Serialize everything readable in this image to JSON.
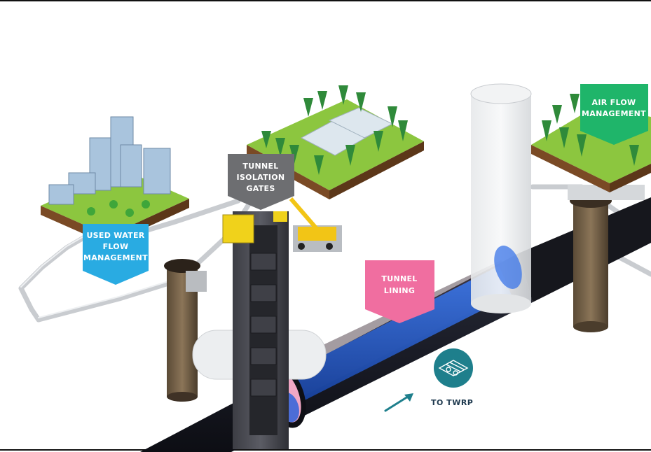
{
  "labels": {
    "used_water_line1": "USED WATER",
    "used_water_line2": "FLOW",
    "used_water_line3": "MANAGEMENT",
    "tunnel_gates_line1": "TUNNEL",
    "tunnel_gates_line2": "ISOLATION",
    "tunnel_gates_line3": "GATES",
    "tunnel_lining_line1": "TUNNEL",
    "tunnel_lining_line2": "LINING",
    "air_flow_line1": "AIR FLOW",
    "air_flow_line2": "MANAGEMENT",
    "to_twrp": "TO TWRP"
  },
  "colors": {
    "used_water": "#29abe2",
    "tunnel_gates": "#6d6e71",
    "tunnel_lining": "#f06ea0",
    "air_flow": "#1fb56a",
    "twrp_badge": "#1e7f8c",
    "tunnel_blue": "#1f55c7",
    "shaft_brown": "#6b5a44",
    "grass": "#7cbd3a",
    "soil": "#7a4a25"
  },
  "icons": {
    "flow_arrow": "arrow-icon",
    "twrp": "treatment-plant-icon"
  }
}
